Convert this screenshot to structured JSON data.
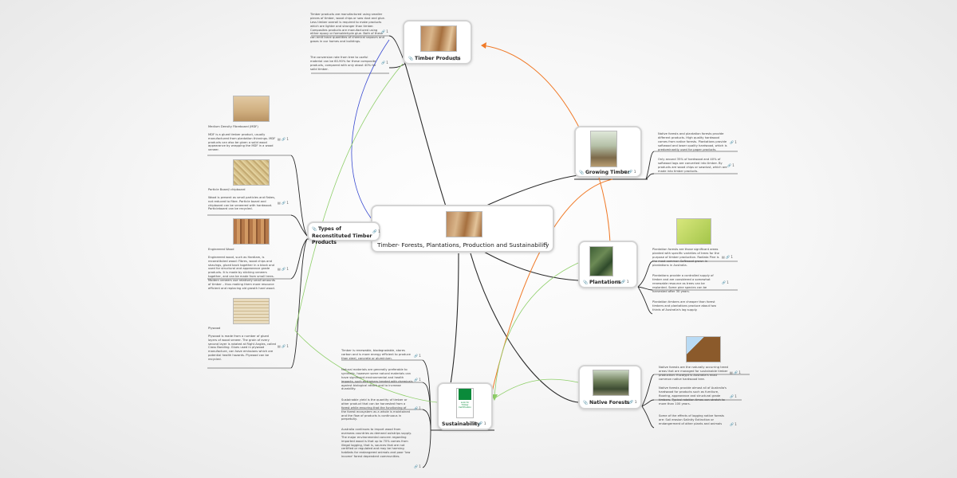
{
  "central": {
    "label": "Timber- Forests, Plantations, Production and Sustainability"
  },
  "topics": {
    "timber_products": {
      "label": "Timber Products",
      "notes": [
        {
          "text": "Timber products are manufactured using smaller pieces of timber, wood chips or saw dust and glue. Less timber overall is required to make products which are lighter and stronger than timber. Composites products are manufactured using either epoxy or formaldehyde glue. Both of these can emit trace quantities of chemical vapours and gases in our homes and buildings.",
          "count": "1"
        },
        {
          "text": "The conversion rate from tree to useful material can be 60-90% for these composite products, compared with only about 40% for solid timber.",
          "count": "1"
        }
      ]
    },
    "growing_timber": {
      "label": "Growing Timber",
      "count": "1",
      "notes": [
        {
          "text": "Native forests and plantation forests provide different products. High quality hardwood comes from native forests. Plantations provide softwood and lower quality hardwood, which is predominantly used for paper products.",
          "count": "1"
        },
        {
          "text": "Only around 35% of hardwood and 40% of softwood logs are converted into timber. By products are wood chips or sawdust, which are made into timber products.",
          "count": "1"
        }
      ]
    },
    "plantations": {
      "label": "Plantations",
      "count": "1",
      "notes": [
        {
          "text": "Plantation forests are those significant areas planted with specific varieties of trees for the purpose of timber production. Radiata Pine is the most common Softwood grown in plantations in Australia.",
          "count": "1"
        },
        {
          "text": "Plantations provide a controlled supply of timber and are considered a somewhat renewable resource as trees can be replanted. Some pine species can be harvested after 30 years.",
          "count": "1"
        },
        {
          "text": "Plantation timbers are cheaper than forest timbers and plantations produce about two thirds of Australia's log supply."
        }
      ]
    },
    "native_forests": {
      "label": "Native Forests",
      "count": "1",
      "notes": [
        {
          "text": "Native forests are the naturally occurring treed areas that are managed for sustainable timber production. Eucalypt is Australia's most common native hardwood tree.",
          "count": "1"
        },
        {
          "text": "Native forests provide almost all of Australia's hardwood for products such as furniture, flooring, appearance and structural grade timbers. Typical rotation times can stretch to more than 100 years.",
          "count": "1"
        },
        {
          "text": "Some of the effects of logging native forests are: Soil erosion Salinity Extinction or endangerment of other plants and animals",
          "count": "1"
        }
      ]
    },
    "sustainability": {
      "label": "Sustainability",
      "count": "1",
      "logo_text": [
        "Look for",
        "Timber",
        "Certification"
      ],
      "notes": [
        {
          "text": "Timber is renewable, biodegradable, stores carbon and is more energy efficient to produce than steel, concrete or aluminium.",
          "count": "1"
        },
        {
          "text": "Natural materials are generally preferable to synthetic, however some natural materials can have significant environmental and health impacts, such as timbers treated with chemicals against biological attack and to increase durability.",
          "count": "1"
        },
        {
          "text": "Sustainable yield is the quantity of timber or other product that can be harvested from a forest while ensuring that the functioning of the forest ecosystem as a whole is maintained and the flow of products is continuous in perpetuity.",
          "count": "1"
        },
        {
          "text": "Australia continues to import wood from overseas countries as demand outstrips supply. The major environmental concern regarding imported wood is that up to 70% comes from illegal logging, that is, sources that are not certified or regulated and may be harming habitats for endangered animals and poor 'low income' forest dependent communities.",
          "count": "1"
        }
      ]
    },
    "reconstituted": {
      "label": "Types of Reconstituted Timber Products",
      "count": "1",
      "items": [
        {
          "title": "Medium Density Fibreboard (MDF)",
          "text": "MDF is a glued timber product, usually manufactured from plantation thinnings. MDF products can also be given a solid wood appearance by wrapping the MDF in a wood veneer.",
          "count": "1"
        },
        {
          "title": "Particle Board/ chipboard",
          "text": "Wood is present as small particles and flakes, not reduced to fibre. Particle board and chipboard can be veneered with hardwood. Particleboard can be recycled.",
          "count": "1"
        },
        {
          "title": "Engineered Wood",
          "text": "Engineered wood, such as Hardiam, is reconstituted wood: Fibres, wood chips and shavings, glued back together in a block and used for structural and appearance grade products. It is made by sticking veneers together, and can be made from small trees. Modern veneers use relatively small amounts of timber – thus making them more resource efficient and replacing old growth hard wood.",
          "count": "1"
        },
        {
          "title": "Plywood",
          "text": "Plywood is made from a number of glued layers of wood veneer. The grain of every second layer is rotated at Right Angles, called Cross Banding. Glues used in plywood manufacture, can have emissions which are potential health hazards. Plywood can be recycled.",
          "count": "1"
        }
      ]
    }
  },
  "colors": {
    "connector_dark": "#2b2b2b",
    "relation_orange": "#f07a28",
    "relation_green": "#8fcf6a",
    "relation_blue": "#3a4bd1",
    "logo_green": "#0a8a3a"
  }
}
